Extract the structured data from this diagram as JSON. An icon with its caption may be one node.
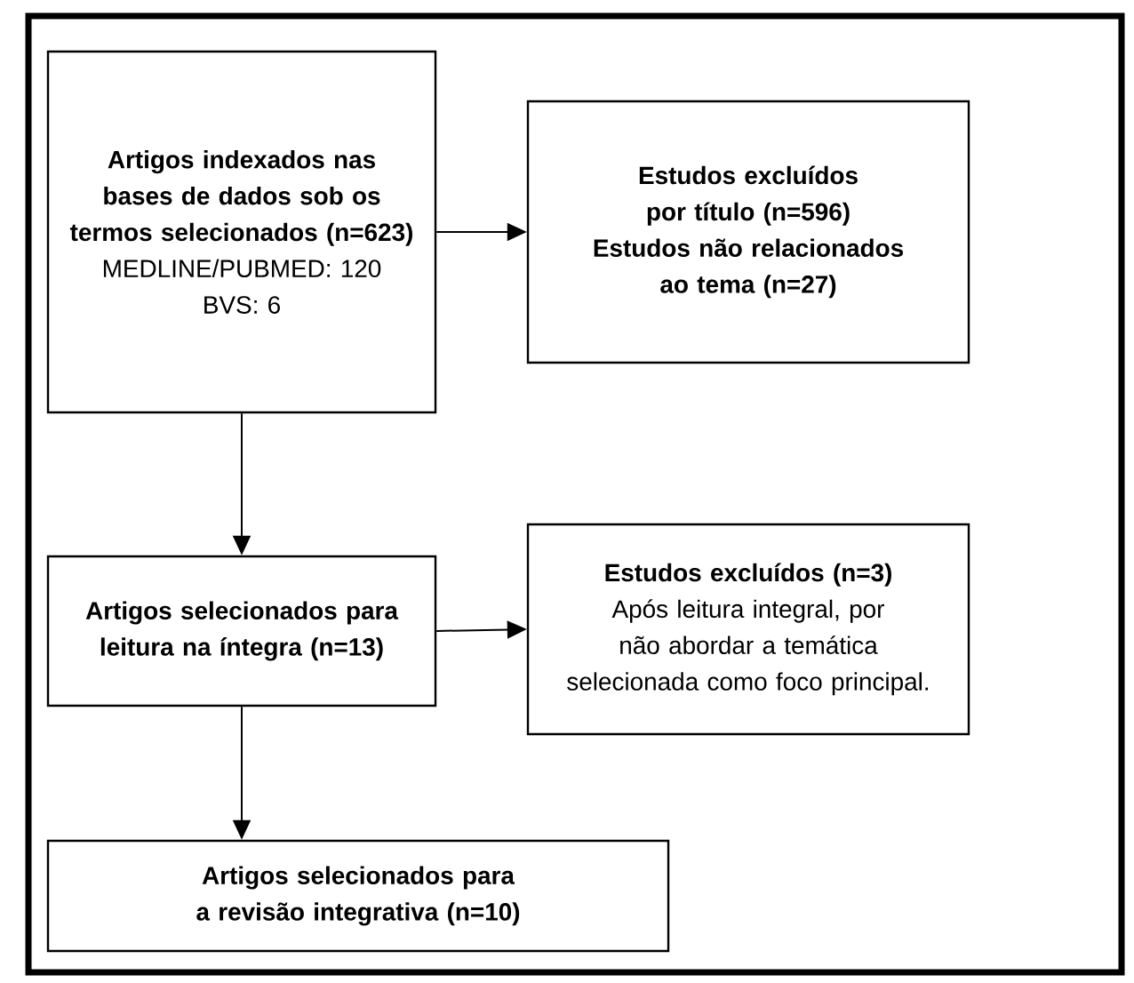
{
  "diagram": {
    "nodes": [
      {
        "text": [
          "Artigos indexados nas bases de dados sob os termos selecionados (n=623)",
          "MEDLINE/PUBMED: 120",
          "BVS: 6"
        ]
      },
      {
        "text": [
          "Estudos excluídos por título (n=596)",
          "Estudos não relacionados ao tema (n=27)"
        ]
      },
      {
        "text": [
          "Artigos selecionados para leitura na íntegra (n=13)"
        ]
      },
      {
        "text": [
          "Estudos excluídos (n=3)",
          "Após leitura integral, por não abordar a temática selecionada como foco principal."
        ]
      },
      {
        "text": [
          "Artigos selecionados para a revisão integrativa (n=10)"
        ]
      }
    ],
    "edges": [
      {
        "from": 0,
        "to": 1,
        "arrow": "to"
      },
      {
        "from": 0,
        "to": 2,
        "arrow": "to"
      },
      {
        "from": 2,
        "to": 3,
        "arrow": "to"
      },
      {
        "from": 2,
        "to": 4,
        "arrow": "to"
      }
    ]
  }
}
